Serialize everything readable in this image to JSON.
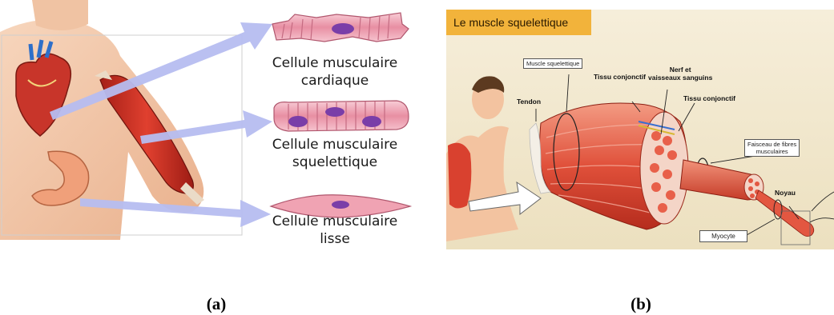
{
  "panel_a": {
    "labels": {
      "cardiac": [
        "Cellule musculaire",
        "cardiaque"
      ],
      "skeletal": [
        "Cellule musculaire",
        "squelettique"
      ],
      "smooth": [
        "Cellule musculaire",
        "lisse"
      ]
    }
  },
  "panel_b": {
    "title": "Le muscle squelettique",
    "labels": {
      "muscle": "Muscle squelettique",
      "tendon": "Tendon",
      "tissu1": "Tissu conjonctif",
      "nerf": [
        "Nerf et",
        "vaisseaux sanguins"
      ],
      "tissu2": "Tissu conjonctif",
      "faisceau": [
        "Faisceau de fibres",
        "musculaires"
      ],
      "noyau": "Noyau",
      "myocyte": "Myocyte"
    }
  },
  "captions": {
    "a": "(a)",
    "b": "(b)"
  },
  "colors": {
    "muscle_red": "#d9412f",
    "muscle_light": "#f28a74",
    "cell_pink": "#f2a7b7",
    "nucleus_purple": "#7a3ea8",
    "arrow_blue": "#a9b3e8",
    "title_orange": "#f2b33b",
    "skin": "#f5c9a8"
  }
}
